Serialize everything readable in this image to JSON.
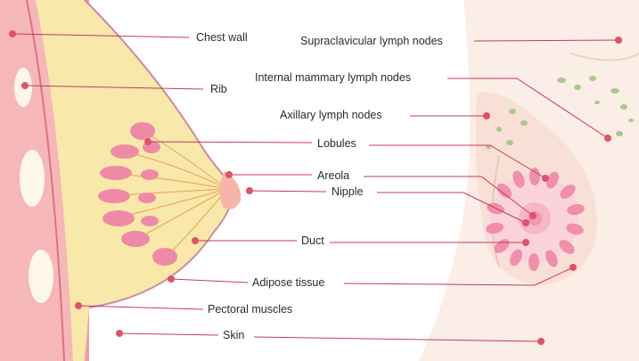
{
  "diagram": {
    "labels": {
      "chest_wall": "Chest wall",
      "rib": "Rib",
      "supraclavicular": "Supraclavicular lymph nodes",
      "internal_mammary": "Internal mammary lymph nodes",
      "axillary": "Axillary lymph nodes",
      "lobules": "Lobules",
      "areola": "Areola",
      "nipple": "Nipple",
      "duct": "Duct",
      "adipose": "Adipose tissue",
      "pectoral": "Pectoral muscles",
      "skin": "Skin"
    },
    "colors": {
      "leader_line": "#c63a5a",
      "marker_dot": "#e0516a",
      "lobule_pink": "#ef8aa6",
      "adipose_yellow": "#f7e6a8",
      "chest_wall_pink": "#f3a6ad",
      "node_green": "#9fc27c",
      "skin_beige": "#f8e6d8"
    }
  }
}
